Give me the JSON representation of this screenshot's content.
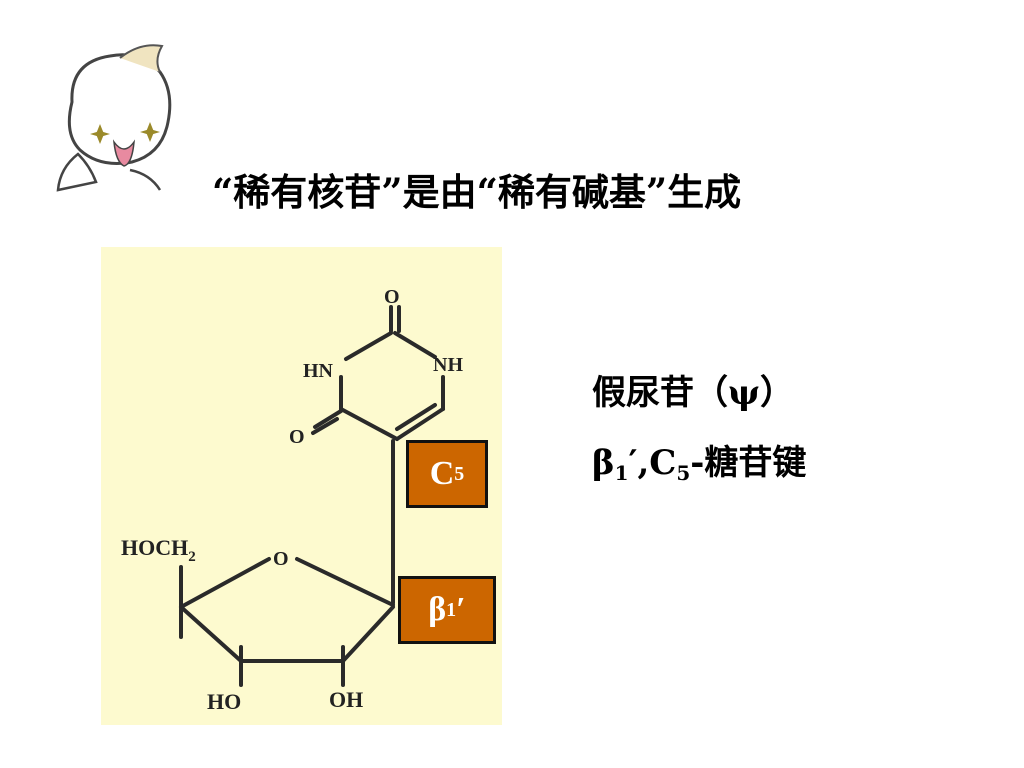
{
  "slide": {
    "title": "“稀有核苷”是由“稀有碱基”生成"
  },
  "structure": {
    "atom_O_top": "O",
    "atom_HN": "HN",
    "atom_NH": "NH",
    "atom_O_left": "O",
    "atom_HOCH2_main": "HOCH",
    "atom_HOCH2_sub": "2",
    "atom_O_ring": "O",
    "atom_HO": "HO",
    "atom_OH": "OH"
  },
  "tags": {
    "c5": {
      "main": "C",
      "sub": "5"
    },
    "beta1": {
      "main": "β",
      "sub": "1",
      "prime": "′"
    }
  },
  "description": {
    "name": "假尿苷（ψ）",
    "bond": {
      "beta": "β",
      "sub1": "1",
      "mid": "′,C",
      "sub5": "5",
      "suffix": "-糖苷键"
    }
  },
  "colors": {
    "tag_bg": "#cc6600",
    "figure_bg": "#fdfacf"
  },
  "icons": {
    "mascot": "cartoon-face-icon"
  }
}
